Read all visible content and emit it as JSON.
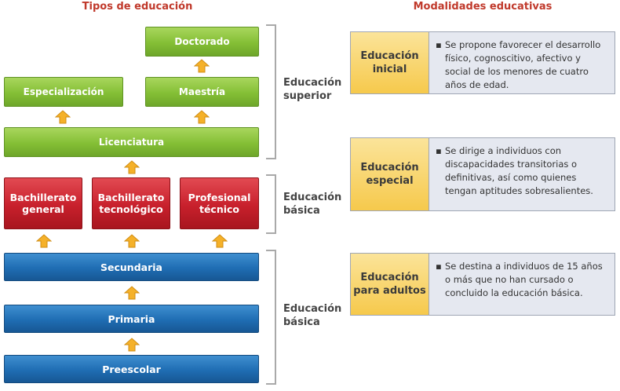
{
  "titles": {
    "types": "Tipos de educación",
    "modalities": "Modalidades educativas"
  },
  "boxes": {
    "doctorado": "Doctorado",
    "especializacion": "Especialización",
    "maestria": "Maestría",
    "licenciatura": "Licenciatura",
    "bachillerato_general": "Bachillerato\ngeneral",
    "bachillerato_tecnologico": "Bachillerato\ntecnológico",
    "profesional_tecnico": "Profesional\ntécnico",
    "secundaria": "Secundaria",
    "primaria": "Primaria",
    "preescolar": "Preescolar"
  },
  "levels": {
    "superior": "Educación\nsuperior",
    "media": "Educación\nbásica",
    "basica": "Educación\nbásica"
  },
  "modalities": [
    {
      "name": "Educación\ninicial",
      "bullet": "▪",
      "description": "Se propone favorecer el desarrollo físico, cognoscitivo, afectivo y social de los menores de cuatro años de edad."
    },
    {
      "name": "Educación\nespecial",
      "bullet": "▪",
      "description": "Se dirige a individuos con discapacidades transitorias o definitivas, así como quienes tengan aptitudes sobresalientes."
    },
    {
      "name": "Educación\npara adultos",
      "bullet": "▪",
      "description": "Se destina a individuos de 15 años o más que no han cursado o concluido la educación básica."
    }
  ],
  "colors": {
    "title": "#c0392b",
    "green": "#84bf35",
    "red": "#c8202c",
    "blue": "#1f6db3",
    "arrow": "#f5b129",
    "modality_head": "#f6c94c"
  },
  "icons": {
    "arrow": "up-arrow-icon"
  }
}
